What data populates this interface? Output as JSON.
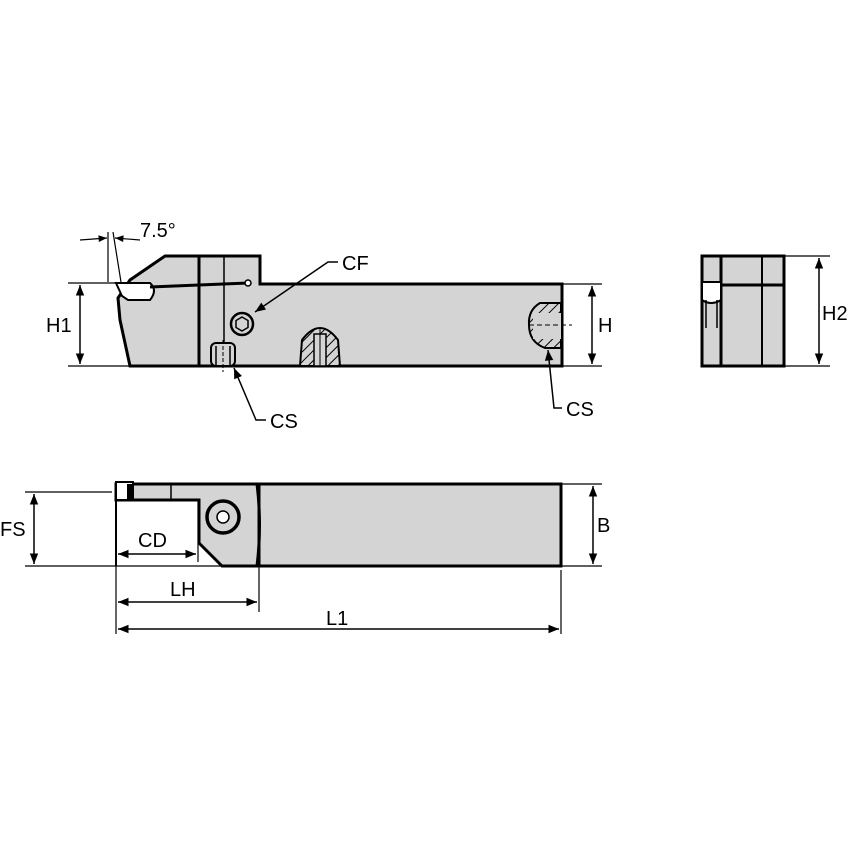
{
  "diagram": {
    "title": "Grooving tool holder technical drawing",
    "fill_color": "#d4d4d4",
    "line_color": "#000000",
    "side_view": {
      "angle_label": "7.5°",
      "labels": {
        "h1": "H1",
        "h": "H",
        "cf": "CF",
        "cs_left": "CS",
        "cs_right": "CS"
      }
    },
    "end_view": {
      "labels": {
        "h2": "H2"
      }
    },
    "top_view": {
      "labels": {
        "fs": "FS",
        "cd": "CD",
        "b": "B",
        "lh": "LH",
        "l1": "L1"
      }
    }
  }
}
